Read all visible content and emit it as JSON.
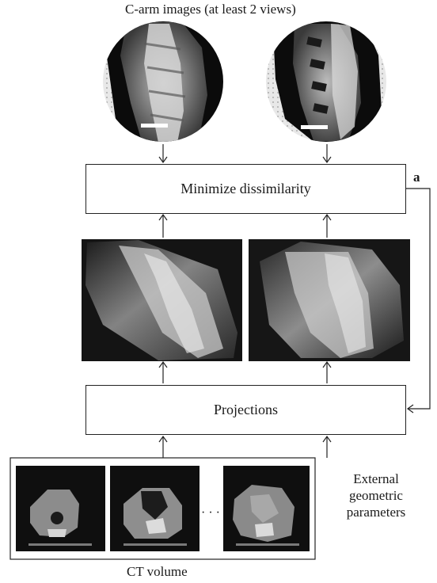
{
  "header": {
    "title": "C-arm images (at least 2 views)"
  },
  "dissimilarity_box": {
    "label": "Minimize dissimilarity"
  },
  "feedback_label": "a",
  "projections_box": {
    "label": "Projections"
  },
  "external": {
    "lines": [
      "External",
      "geometric",
      "parameters"
    ]
  },
  "ct": {
    "ellipsis": "· · ·",
    "caption": "CT volume"
  },
  "colors": {
    "line": "#222222",
    "xray_dark": "#0a0a0a",
    "drr_dark": "#2a2a2a",
    "ct_dark": "#101010"
  }
}
